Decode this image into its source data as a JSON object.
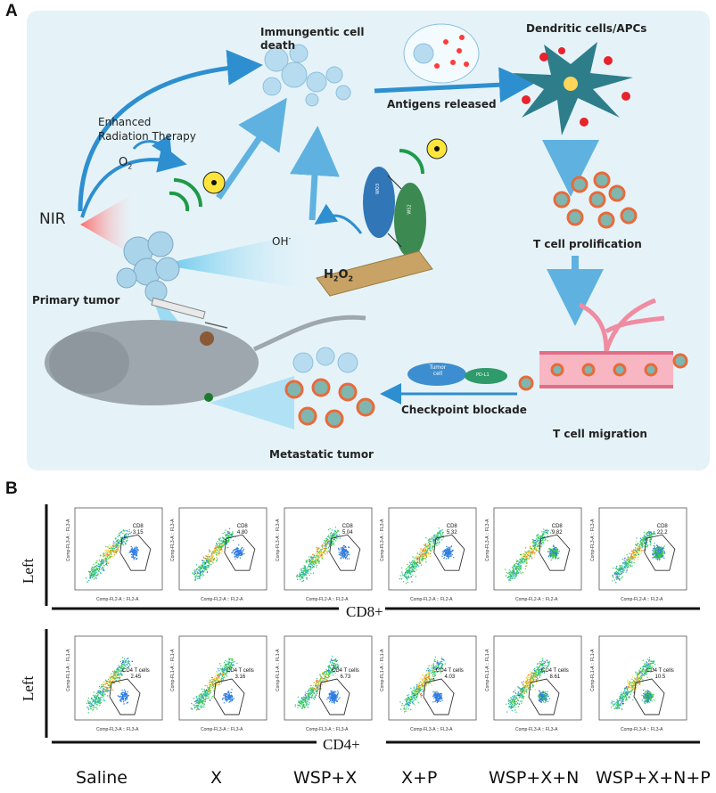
{
  "panel_a": {
    "letter": "A",
    "labels": {
      "icd_line1": "Immungentic cell",
      "icd_line2": "death",
      "dendritic": "Dendritic cells/APCs",
      "antigens": "Antigens released",
      "enhanced_line1": "Enhanced",
      "enhanced_line2": "Radiation Therapy",
      "nir": "NIR",
      "o2_main": "O",
      "o2_sub": "2",
      "tcell_prolif": "T cell prolification",
      "oh": "OH",
      "oh_sup": "-",
      "h2o2_h": "H",
      "h2o2_sub1": "2",
      "h2o2_o": "O",
      "h2o2_sub2": "2",
      "primary_tumor": "Primary tumor",
      "checkpoint": "Checkpoint blockade",
      "tcell_migration": "T cell migration",
      "metastatic": "Metastatic tumor",
      "tumor_cell": "Tumor cell",
      "pdl1": "PD-L1",
      "wo3": "WO3",
      "ws2": "WS2"
    },
    "colors": {
      "background": "#e5f3f9",
      "arrow": "#2e8fd0",
      "light_arrow": "#7fc3e8",
      "tcell": "#f08a5d"
    }
  },
  "panel_b": {
    "letter": "B",
    "rows": [
      {
        "row_label": "Left",
        "marker": "CD8+",
        "gate_name": "CD8",
        "x_axis": "Comp-FL2-A :: FL2-A",
        "y_axis": "Comp-FL3-A :: FL3-A",
        "values": [
          "3.15",
          "4.80",
          "5.04",
          "5.32",
          "9.82",
          "22.2"
        ]
      },
      {
        "row_label": "Left",
        "marker": "CD4+",
        "gate_name": "CD4 T cells",
        "x_axis": "Comp-FL3-A :: FL3-A",
        "y_axis": "Comp-FL1-A :: FL1-A",
        "values": [
          "2.45",
          "3.16",
          "6.73",
          "4.03",
          "8.61",
          "10.5"
        ]
      }
    ],
    "groups": [
      "Saline",
      "X",
      "WSP+X",
      "X+P",
      "WSP+X+N",
      "WSP+X+N+P"
    ]
  }
}
